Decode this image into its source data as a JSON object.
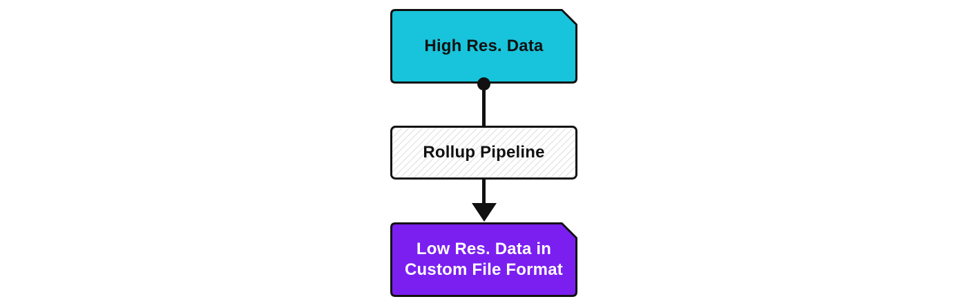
{
  "diagram": {
    "type": "flowchart",
    "direction": "top-down",
    "nodes": [
      {
        "id": "high-res-data",
        "label": "High Res. Data",
        "shape": "clipped-corner-rect",
        "fill": "#17C4DB",
        "text_color": "#111111"
      },
      {
        "id": "rollup-pipeline",
        "label": "Rollup Pipeline",
        "shape": "rect",
        "fill": "#FFFFFF",
        "pattern": "diagonal-hatch",
        "text_color": "#111111"
      },
      {
        "id": "low-res-data",
        "label": "Low Res. Data in Custom File Format",
        "shape": "clipped-corner-rect",
        "fill": "#7B1FF0",
        "text_color": "#FFFFFF"
      }
    ],
    "edges": [
      {
        "from": "High Res. Data",
        "to": "Rollup Pipeline",
        "start_marker": "dot",
        "end_marker": "none"
      },
      {
        "from": "Rollup Pipeline",
        "to": "Low Res. Data in Custom File Format",
        "start_marker": "none",
        "end_marker": "arrow"
      }
    ],
    "colors": {
      "stroke": "#111111",
      "connector": "#111111",
      "node_cyan": "#17C4DB",
      "node_purple": "#7B1FF0",
      "hatch_line": "#DCDCDC",
      "hatch_bg": "#FFFFFF",
      "text_dark": "#111111",
      "text_light": "#FFFFFF",
      "background": "#FFFFFF"
    }
  }
}
